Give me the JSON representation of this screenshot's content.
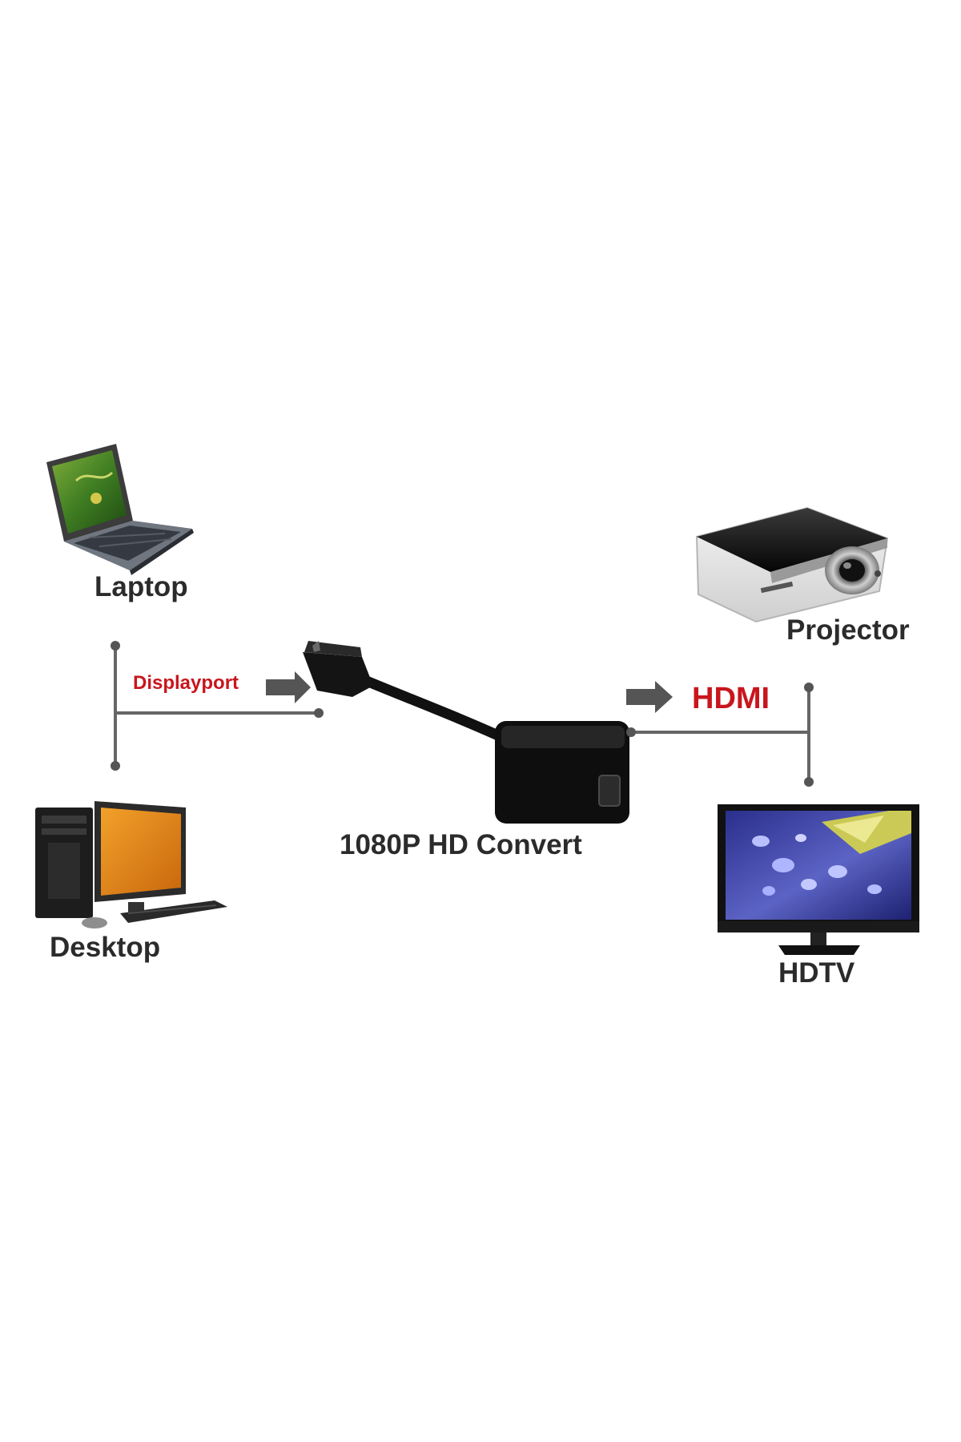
{
  "devices": {
    "laptop": {
      "label": "Laptop",
      "icon": "laptop-icon"
    },
    "desktop": {
      "label": "Desktop",
      "icon": "desktop-computer-icon"
    },
    "projector": {
      "label": "Projector",
      "icon": "projector-icon"
    },
    "hdtv": {
      "label": "HDTV",
      "icon": "hdtv-icon"
    }
  },
  "adapter": {
    "label": "1080P HD Convert",
    "icon": "displayport-to-hdmi-adapter-icon"
  },
  "connections": {
    "input": {
      "label": "Displayport",
      "icon": "right-arrow-icon"
    },
    "output": {
      "label": "HDMI",
      "icon": "right-arrow-icon"
    }
  },
  "colors": {
    "label_text": "#2b2b2b",
    "connection_text": "#c8161d",
    "line": "#666666",
    "arrow": "#555555",
    "adapter_body": "#0e0e0e"
  }
}
